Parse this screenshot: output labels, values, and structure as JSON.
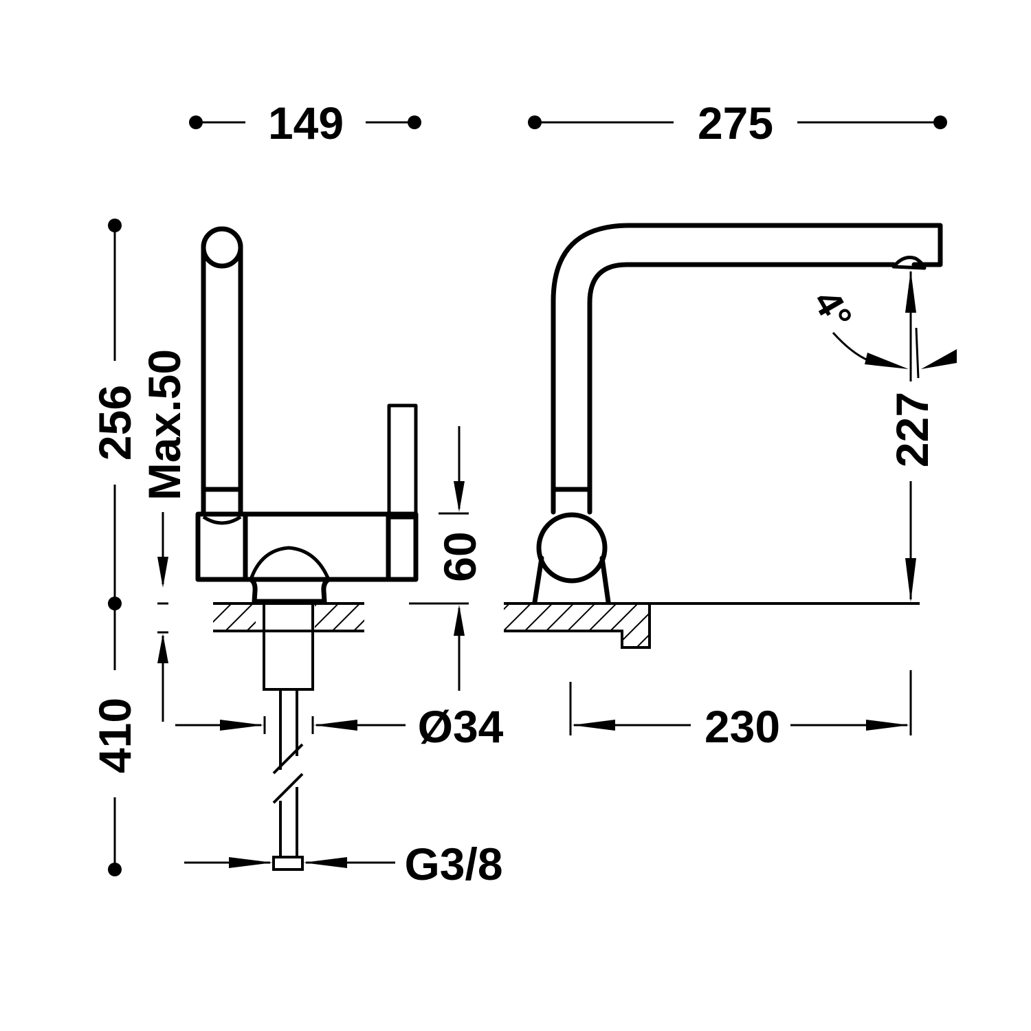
{
  "drawing": {
    "title": "Kitchen faucet dimension drawing",
    "color": "#000000",
    "dimensions": {
      "width_front": "149",
      "width_side": "275",
      "height_total": "256",
      "lever_max": "Max.50",
      "below_deck": "410",
      "handle_height": "60",
      "shank_diameter": "Ø34",
      "connection": "G3/8",
      "spout_height": "227",
      "spout_reach": "230",
      "spout_angle": "4°"
    }
  }
}
